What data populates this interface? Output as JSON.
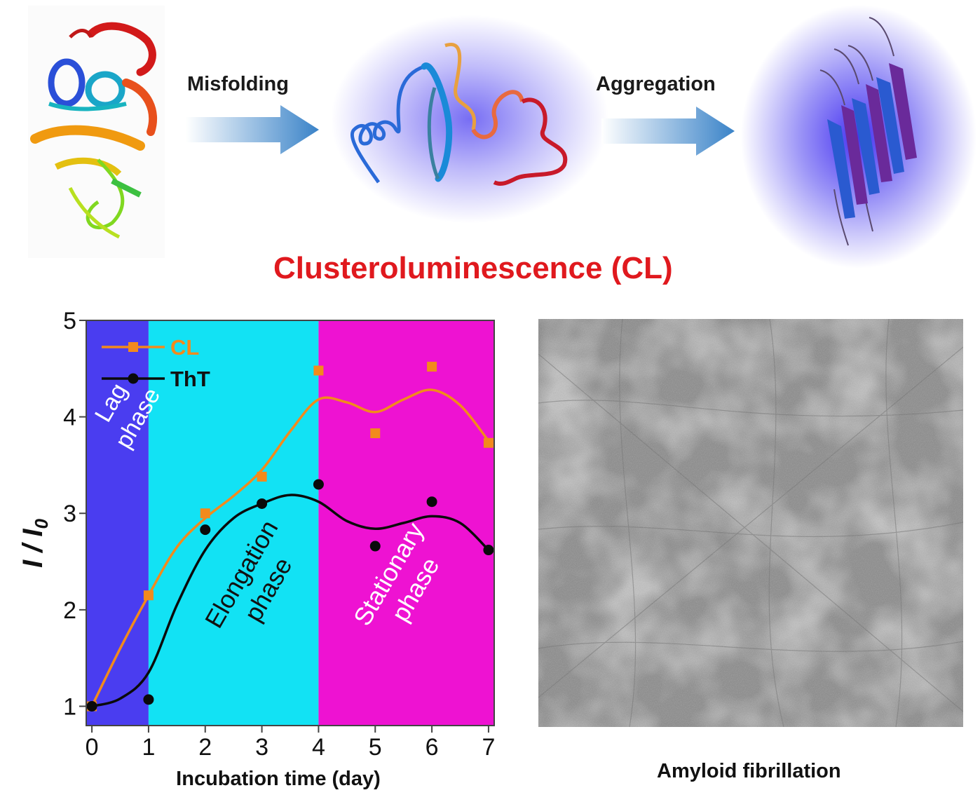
{
  "scheme": {
    "step1_label": "Misfolding",
    "step2_label": "Aggregation",
    "title": "Clusteroluminescence (CL)",
    "title_color": "#e0191e",
    "arrow_color": "#3a83c8",
    "glow_color": "#4a3df0"
  },
  "micrograph": {
    "caption": "Amyloid fibrillation"
  },
  "chart_data": {
    "type": "line",
    "xlabel": "Incubation time (day)",
    "ylabel": "I / I",
    "ylabel_sub": "0",
    "xlim": [
      -0.1,
      7.1
    ],
    "ylim": [
      0.8,
      5
    ],
    "xticks": [
      0,
      1,
      2,
      3,
      4,
      5,
      6,
      7
    ],
    "yticks": [
      1,
      2,
      3,
      4,
      5
    ],
    "phases": [
      {
        "label_line1": "Lag",
        "label_line2": "phase",
        "from": -0.1,
        "to": 1,
        "color": "#4a3df0",
        "text_color": "#ffffff"
      },
      {
        "label_line1": "Elongation",
        "label_line2": "phase",
        "from": 1,
        "to": 4,
        "color": "#12e2f4",
        "text_color": "#111111"
      },
      {
        "label_line1": "Stationary",
        "label_line2": "phase",
        "from": 4,
        "to": 7.1,
        "color": "#ee12d2",
        "text_color": "#ffffff"
      }
    ],
    "series": [
      {
        "name": "CL",
        "color": "#f28a1c",
        "marker": "square",
        "x": [
          0,
          1,
          2,
          3,
          4,
          5,
          6,
          7
        ],
        "y": [
          1.0,
          2.15,
          3.0,
          3.38,
          4.48,
          3.83,
          4.52,
          3.73
        ],
        "fit": [
          [
            0,
            1.0
          ],
          [
            0.5,
            1.6
          ],
          [
            1,
            2.15
          ],
          [
            1.5,
            2.65
          ],
          [
            2,
            2.95
          ],
          [
            2.5,
            3.18
          ],
          [
            3,
            3.45
          ],
          [
            3.5,
            3.85
          ],
          [
            4,
            4.18
          ],
          [
            4.5,
            4.15
          ],
          [
            5,
            4.05
          ],
          [
            5.5,
            4.18
          ],
          [
            6,
            4.28
          ],
          [
            6.5,
            4.12
          ],
          [
            7,
            3.75
          ]
        ]
      },
      {
        "name": "ThT",
        "color": "#0a0a0a",
        "marker": "circle",
        "x": [
          0,
          1,
          2,
          3,
          4,
          5,
          6,
          7
        ],
        "y": [
          1.0,
          1.07,
          2.83,
          3.1,
          3.3,
          2.66,
          3.12,
          2.62
        ],
        "fit": [
          [
            0,
            1.0
          ],
          [
            0.5,
            1.08
          ],
          [
            1,
            1.35
          ],
          [
            1.5,
            2.05
          ],
          [
            2,
            2.62
          ],
          [
            2.5,
            2.95
          ],
          [
            3,
            3.1
          ],
          [
            3.5,
            3.19
          ],
          [
            4,
            3.12
          ],
          [
            4.5,
            2.92
          ],
          [
            5,
            2.84
          ],
          [
            5.5,
            2.9
          ],
          [
            6,
            2.97
          ],
          [
            6.5,
            2.9
          ],
          [
            7,
            2.62
          ]
        ]
      }
    ]
  }
}
